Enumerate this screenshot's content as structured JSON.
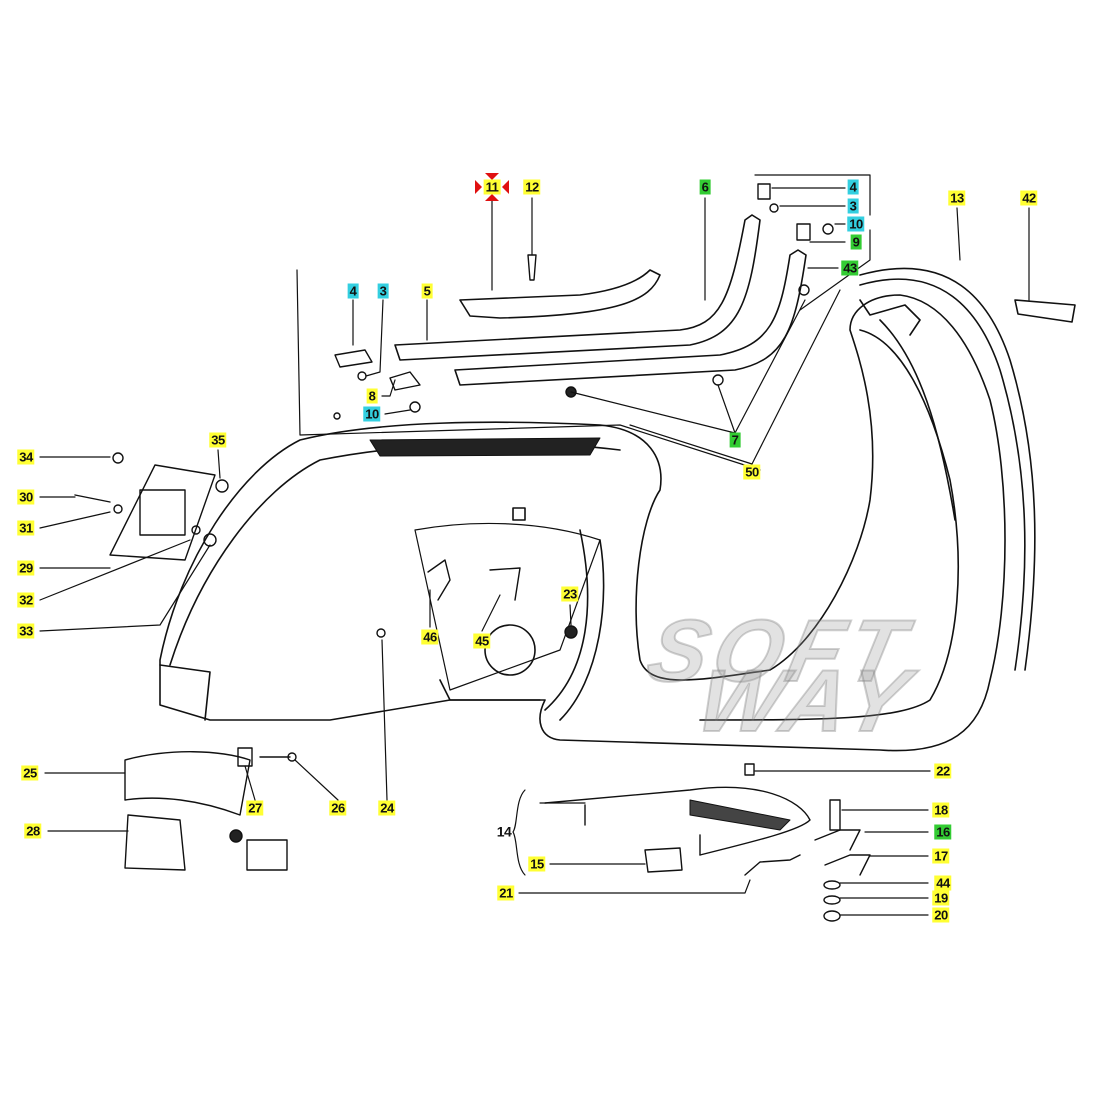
{
  "diagram": {
    "watermark": "SOFTWAY",
    "colors": {
      "yellow": "#ffff33",
      "cyan": "#33cfe0",
      "green": "#33cc33",
      "marker": "#e01010"
    },
    "labels": [
      {
        "n": "11",
        "hl": "yellow",
        "marked": true
      },
      {
        "n": "12",
        "hl": "yellow"
      },
      {
        "n": "6",
        "hl": "green"
      },
      {
        "n": "4",
        "hl": "cyan"
      },
      {
        "n": "3",
        "hl": "cyan"
      },
      {
        "n": "10",
        "hl": "cyan"
      },
      {
        "n": "9",
        "hl": "green"
      },
      {
        "n": "43",
        "hl": "green"
      },
      {
        "n": "13",
        "hl": "yellow"
      },
      {
        "n": "42",
        "hl": "yellow"
      },
      {
        "n": "4",
        "hl": "cyan"
      },
      {
        "n": "3",
        "hl": "cyan"
      },
      {
        "n": "5",
        "hl": "yellow"
      },
      {
        "n": "8",
        "hl": "yellow"
      },
      {
        "n": "10",
        "hl": "cyan"
      },
      {
        "n": "7",
        "hl": "green"
      },
      {
        "n": "50",
        "hl": "yellow"
      },
      {
        "n": "34",
        "hl": "yellow"
      },
      {
        "n": "35",
        "hl": "yellow"
      },
      {
        "n": "30",
        "hl": "yellow"
      },
      {
        "n": "31",
        "hl": "yellow"
      },
      {
        "n": "29",
        "hl": "yellow"
      },
      {
        "n": "32",
        "hl": "yellow"
      },
      {
        "n": "33",
        "hl": "yellow"
      },
      {
        "n": "23",
        "hl": "yellow"
      },
      {
        "n": "46",
        "hl": "yellow"
      },
      {
        "n": "45",
        "hl": "yellow"
      },
      {
        "n": "25",
        "hl": "yellow"
      },
      {
        "n": "27",
        "hl": "yellow"
      },
      {
        "n": "26",
        "hl": "yellow"
      },
      {
        "n": "24",
        "hl": "yellow"
      },
      {
        "n": "28",
        "hl": "yellow"
      },
      {
        "n": "22",
        "hl": "yellow"
      },
      {
        "n": "18",
        "hl": "yellow"
      },
      {
        "n": "16",
        "hl": "green"
      },
      {
        "n": "17",
        "hl": "yellow"
      },
      {
        "n": "44",
        "hl": "yellow"
      },
      {
        "n": "19",
        "hl": "yellow"
      },
      {
        "n": "20",
        "hl": "yellow"
      },
      {
        "n": "14",
        "hl": "none"
      },
      {
        "n": "15",
        "hl": "yellow"
      },
      {
        "n": "21",
        "hl": "yellow"
      }
    ]
  }
}
